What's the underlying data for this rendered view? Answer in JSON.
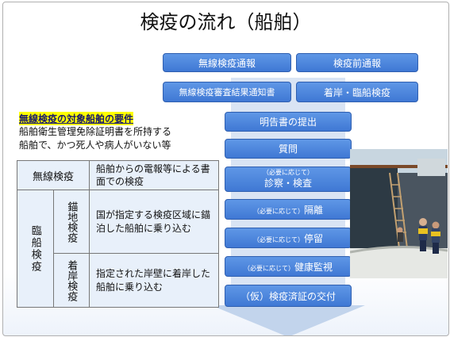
{
  "title": "検疫の流れ（船舶）",
  "flow": {
    "left_top": "無線検疫通報",
    "left_second": "無線検疫審査結果通知書",
    "right_top": "検疫前通報",
    "right_second": "着岸・臨船検疫",
    "steps": [
      {
        "note": "",
        "label": "明告書の提出"
      },
      {
        "note": "",
        "label": "質問"
      },
      {
        "note": "（必要に応じて）",
        "label": "診察・検査"
      },
      {
        "note": "（必要に応じて）",
        "label": "隔離"
      },
      {
        "note": "（必要に応じて）",
        "label": "停留"
      },
      {
        "note": "（必要に応じて）",
        "label": "健康監視"
      },
      {
        "note": "",
        "label": "（仮）検疫済証の交付"
      }
    ]
  },
  "requirements": {
    "heading": "無線検疫の対象船舶の要件",
    "line1": "船舶衛生管理免除証明書を所持する",
    "line2": "船舶で、かつ死人や病人がいない等"
  },
  "table": {
    "radio_label": "無線検疫",
    "radio_desc": "船舶からの電報等による書面での検疫",
    "rinsen_label": "臨船検疫",
    "anchor_label": "錨地検疫",
    "anchor_desc": "国が指定する検疫区域に錨泊した船舶に乗り込む",
    "berth_label": "着岸検疫",
    "berth_desc": "指定された岸壁に着岸した船舶に乗り込む"
  },
  "colors": {
    "button": "#4a85dd",
    "flow_bg": "#d9e4f4",
    "highlight": "#ffff00"
  }
}
